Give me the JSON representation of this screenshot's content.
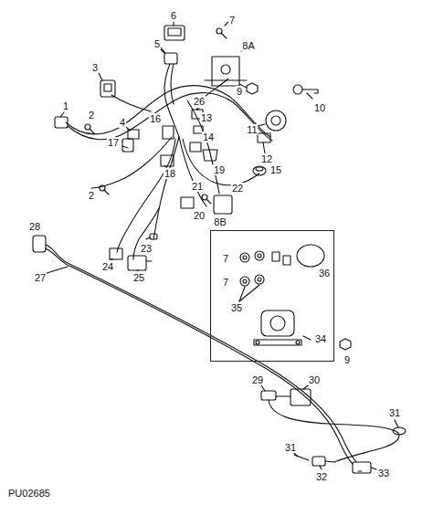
{
  "diagram": {
    "nodes": [
      {
        "text": [
          "8B",
          "7",
          "7",
          "36",
          "35",
          "34"
        ]
      }
    ],
    "labels": [
      "6",
      "7",
      "8A",
      "5",
      "9",
      "3",
      "26",
      "10",
      "1",
      "2",
      "16",
      "13",
      "11",
      "4",
      "17",
      "14",
      "12",
      "18",
      "19",
      "15",
      "21",
      "22",
      "20",
      "2",
      "23",
      "24",
      "28",
      "25",
      "27",
      "9",
      "29",
      "30",
      "31",
      "31",
      "32",
      "33",
      "PU02685"
    ]
  }
}
